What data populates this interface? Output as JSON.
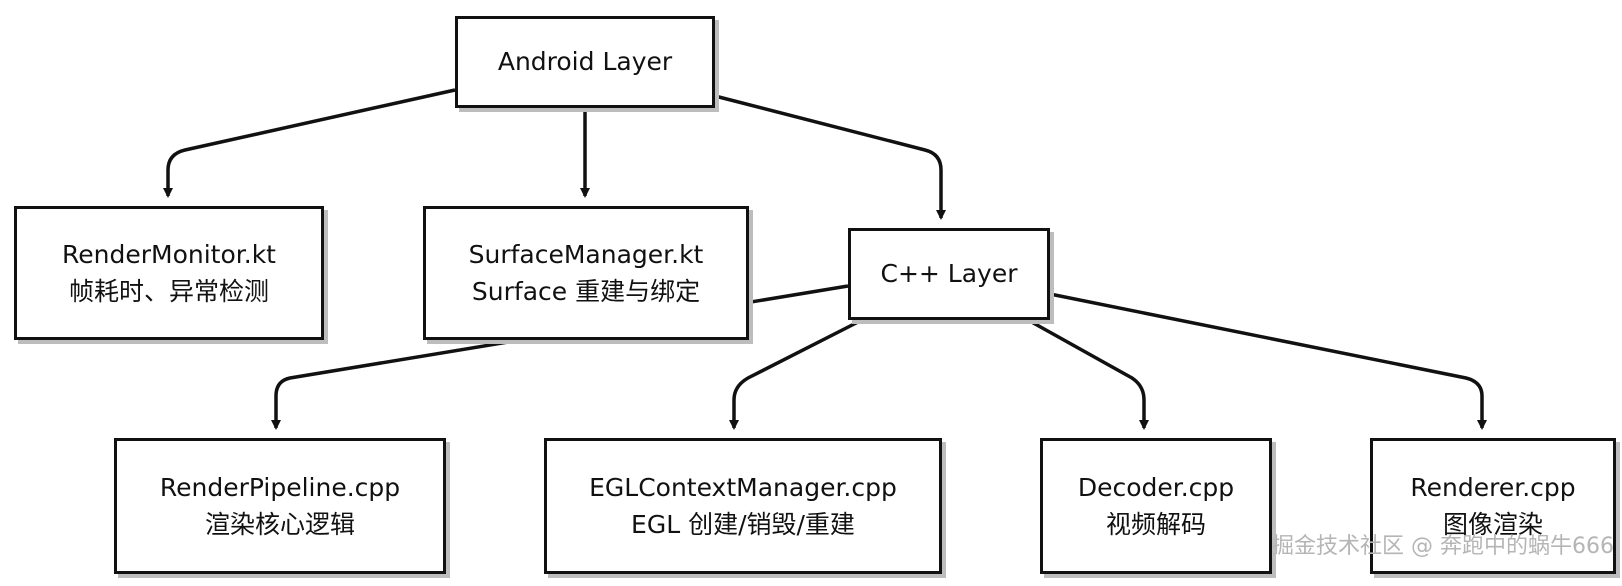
{
  "diagram": {
    "nodes": [
      {
        "id": "android",
        "title": "Android Layer",
        "subtitle": ""
      },
      {
        "id": "monitor",
        "title": "RenderMonitor.kt",
        "subtitle": "帧耗时、异常检测"
      },
      {
        "id": "surface",
        "title": "SurfaceManager.kt",
        "subtitle": "Surface 重建与绑定"
      },
      {
        "id": "cpp",
        "title": "C++ Layer",
        "subtitle": ""
      },
      {
        "id": "pipeline",
        "title": "RenderPipeline.cpp",
        "subtitle": "渲染核心逻辑"
      },
      {
        "id": "egl",
        "title": "EGLContextManager.cpp",
        "subtitle": "EGL 创建/销毁/重建"
      },
      {
        "id": "decoder",
        "title": "Decoder.cpp",
        "subtitle": "视频解码"
      },
      {
        "id": "renderer",
        "title": "Renderer.cpp",
        "subtitle": "图像渲染"
      }
    ],
    "edges": [
      {
        "from": "android",
        "to": "monitor"
      },
      {
        "from": "android",
        "to": "surface"
      },
      {
        "from": "android",
        "to": "cpp"
      },
      {
        "from": "cpp",
        "to": "pipeline"
      },
      {
        "from": "cpp",
        "to": "egl"
      },
      {
        "from": "cpp",
        "to": "decoder"
      },
      {
        "from": "cpp",
        "to": "renderer"
      }
    ],
    "colors": {
      "stroke": "#111111",
      "shadow": "#bdbdbd",
      "watermark": "#b5b5b5"
    }
  },
  "watermark": "掘金技术社区 @ 奔跑中的蜗牛666"
}
